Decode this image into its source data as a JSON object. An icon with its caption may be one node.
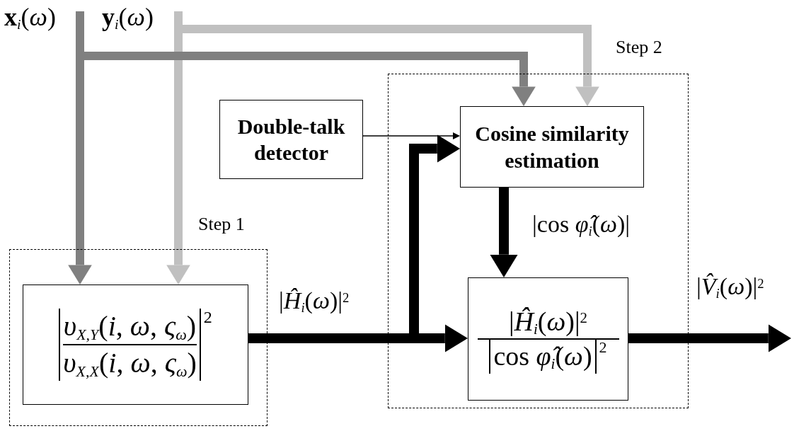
{
  "diagram": {
    "nodes": [
      {
        "text": [
          "**x**$_{i}$(*ω*)"
        ]
      },
      {
        "text": [
          "**y**$_{i}$(*ω*)"
        ]
      },
      {
        "text": [
          "Step 1"
        ]
      },
      {
        "text": [
          "*υ*$_{X,Y}$(*i*, *ω*, *ς*$_{ω}$)",
          "*υ*$_{X,X}$(*i*, *ω*, *ς*$_{ω}$)",
          "2"
        ],
        "in": 2
      },
      {
        "text": [
          "Step 2"
        ]
      },
      {
        "text": [
          "Double-talk detector"
        ]
      },
      {
        "text": [
          "Cosine similarity estimation"
        ],
        "in": 4
      },
      {
        "text": [
          "|*Ĥ*$_{i}$(*ω*)|$^{2}$",
          "cos *φ̂*$_{i}$(*ω*)",
          "2"
        ],
        "in": 4
      }
    ],
    "edges": [
      {
        "from": 0,
        "to": 3,
        "arrow": "to",
        "color": "#808080"
      },
      {
        "from": 1,
        "to": 3,
        "arrow": "to",
        "color": "#c0c0c0"
      },
      {
        "from": 0,
        "to": 6,
        "arrow": "to",
        "color": "#808080"
      },
      {
        "from": 1,
        "to": 6,
        "arrow": "to",
        "color": "#c0c0c0"
      },
      {
        "from": 5,
        "to": 6,
        "arrow": "to"
      },
      {
        "from": 3,
        "to": 7,
        "arrow": "to",
        "label": "|*Ĥ*$_{i}$(*ω*)|$^{2}$"
      },
      {
        "from": 3,
        "to": 6,
        "arrow": "to"
      },
      {
        "from": 6,
        "to": 7,
        "arrow": "to",
        "label": "|cos *φ̂*$_{i}$(*ω*)|"
      },
      {
        "from": 7,
        "to": null,
        "arrow": "to",
        "label": "|*V̂*$_{i}$(*ω*)|$^{2}$"
      }
    ]
  }
}
